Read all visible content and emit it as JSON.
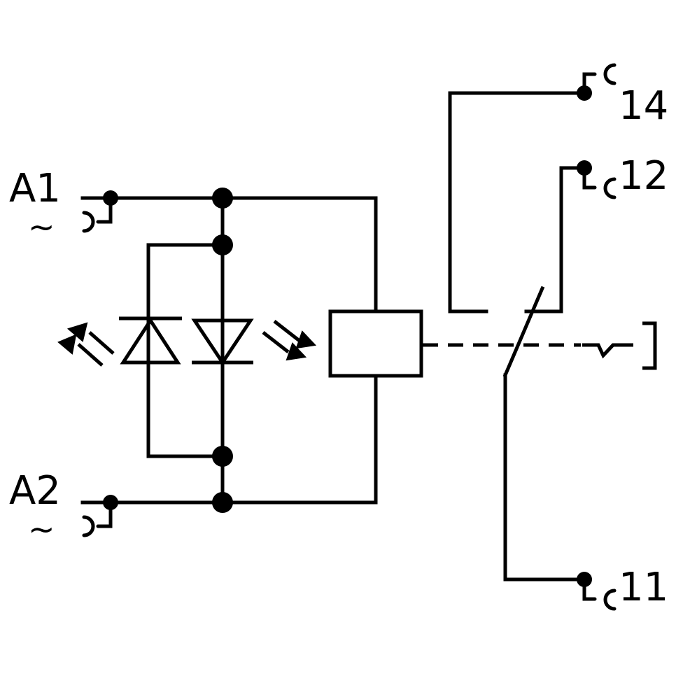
{
  "terminals": {
    "a1": {
      "name": "A1",
      "symbol": "~"
    },
    "a2": {
      "name": "A2",
      "symbol": "~"
    },
    "t14": "14",
    "t12": "12",
    "t11": "11"
  },
  "colors": {
    "stroke": "#000000",
    "background": "#ffffff"
  }
}
